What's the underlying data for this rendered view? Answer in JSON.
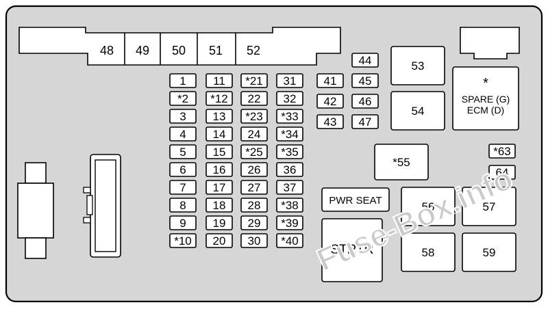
{
  "connector_labels": [
    "48",
    "49",
    "50",
    "51",
    "52"
  ],
  "small_fuses": {
    "col1": [
      "1",
      "*2",
      "3",
      "4",
      "5",
      "6",
      "7",
      "8",
      "9",
      "*10"
    ],
    "col2": [
      "11",
      "*12",
      "13",
      "14",
      "15",
      "16",
      "17",
      "18",
      "19",
      "20"
    ],
    "col3": [
      "*21",
      "22",
      "*23",
      "24",
      "*25",
      "26",
      "27",
      "28",
      "29",
      "30"
    ],
    "col4": [
      "31",
      "32",
      "*33",
      "*34",
      "*35",
      "36",
      "37",
      "*38",
      "*39",
      "*40"
    ],
    "col5": [
      "41",
      "42",
      "43"
    ],
    "col6": [
      "44",
      "45",
      "46",
      "47"
    ],
    "right_small": [
      "*63",
      "64"
    ]
  },
  "relays": {
    "r53": "53",
    "r54": "54",
    "r55": "*55",
    "r56": "56",
    "r57": "57",
    "r58": "58",
    "r59": "59",
    "pwr_seat": "PWR SEAT",
    "strtr": "STRTR",
    "spare_star": "*",
    "spare_line1": "SPARE (G)",
    "spare_line2": "ECM (D)"
  },
  "watermark": "Fuse-Box.info",
  "colors": {
    "panel": "#d6d6d6",
    "box": "#ffffff",
    "line": "#000000",
    "watermark": "#c9c9c9"
  }
}
